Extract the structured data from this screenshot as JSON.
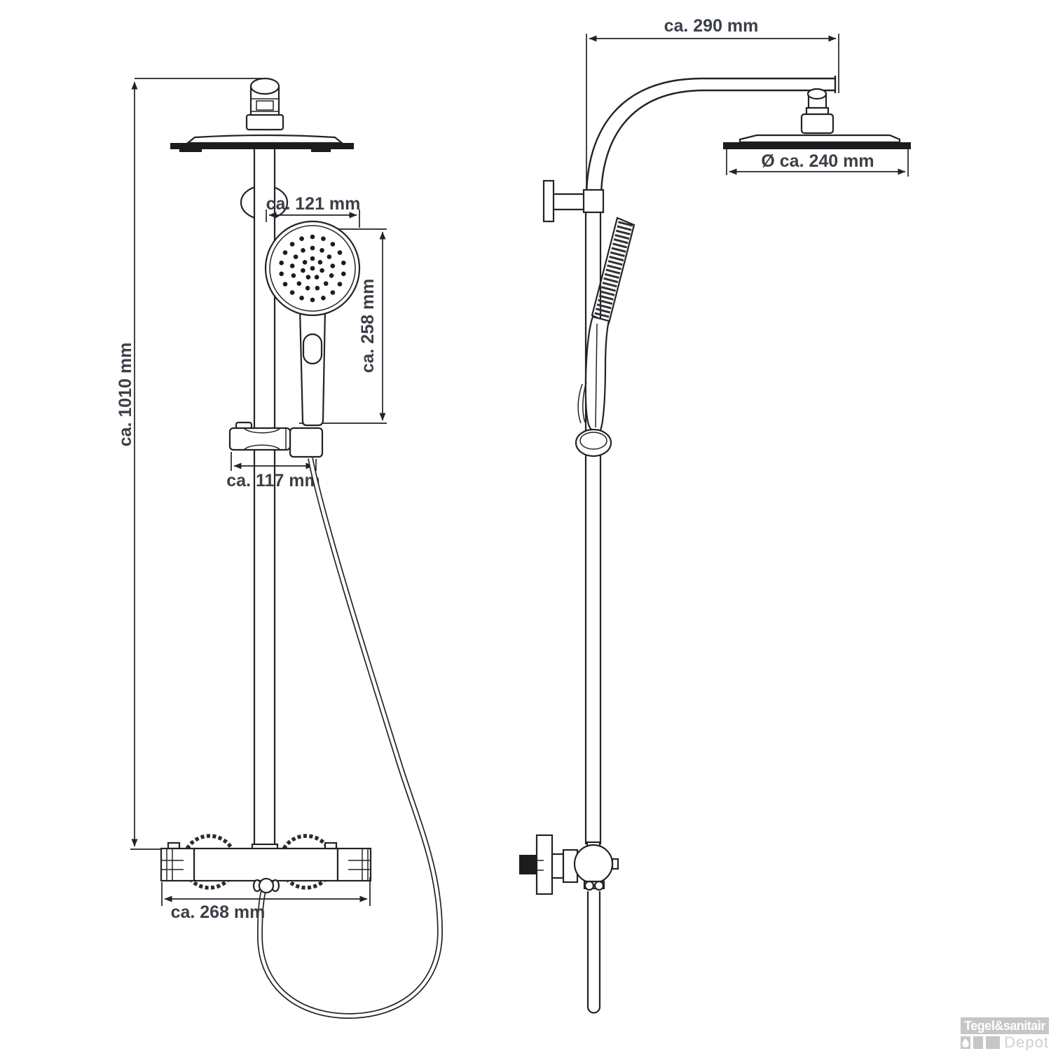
{
  "dimensions": {
    "total_height": "ca. 1010 mm",
    "hand_shower_width": "ca. 121 mm",
    "hand_shower_height": "ca. 258 mm",
    "slider_bracket_width": "ca. 117 mm",
    "mixer_width": "ca. 268 mm",
    "arm_reach": "ca. 290 mm",
    "head_diameter": "Ø ca. 240 mm"
  },
  "logo": {
    "brand": "Tegel&sanitair",
    "subtitle": "Depot"
  },
  "colors": {
    "line": "#222327",
    "dimension_text": "#3b3f47",
    "logo_gray": "#c6c6c6",
    "logo_brand_text": "#ffffff",
    "logo_subtitle_text": "#cfcfcf",
    "background": "#ffffff"
  }
}
